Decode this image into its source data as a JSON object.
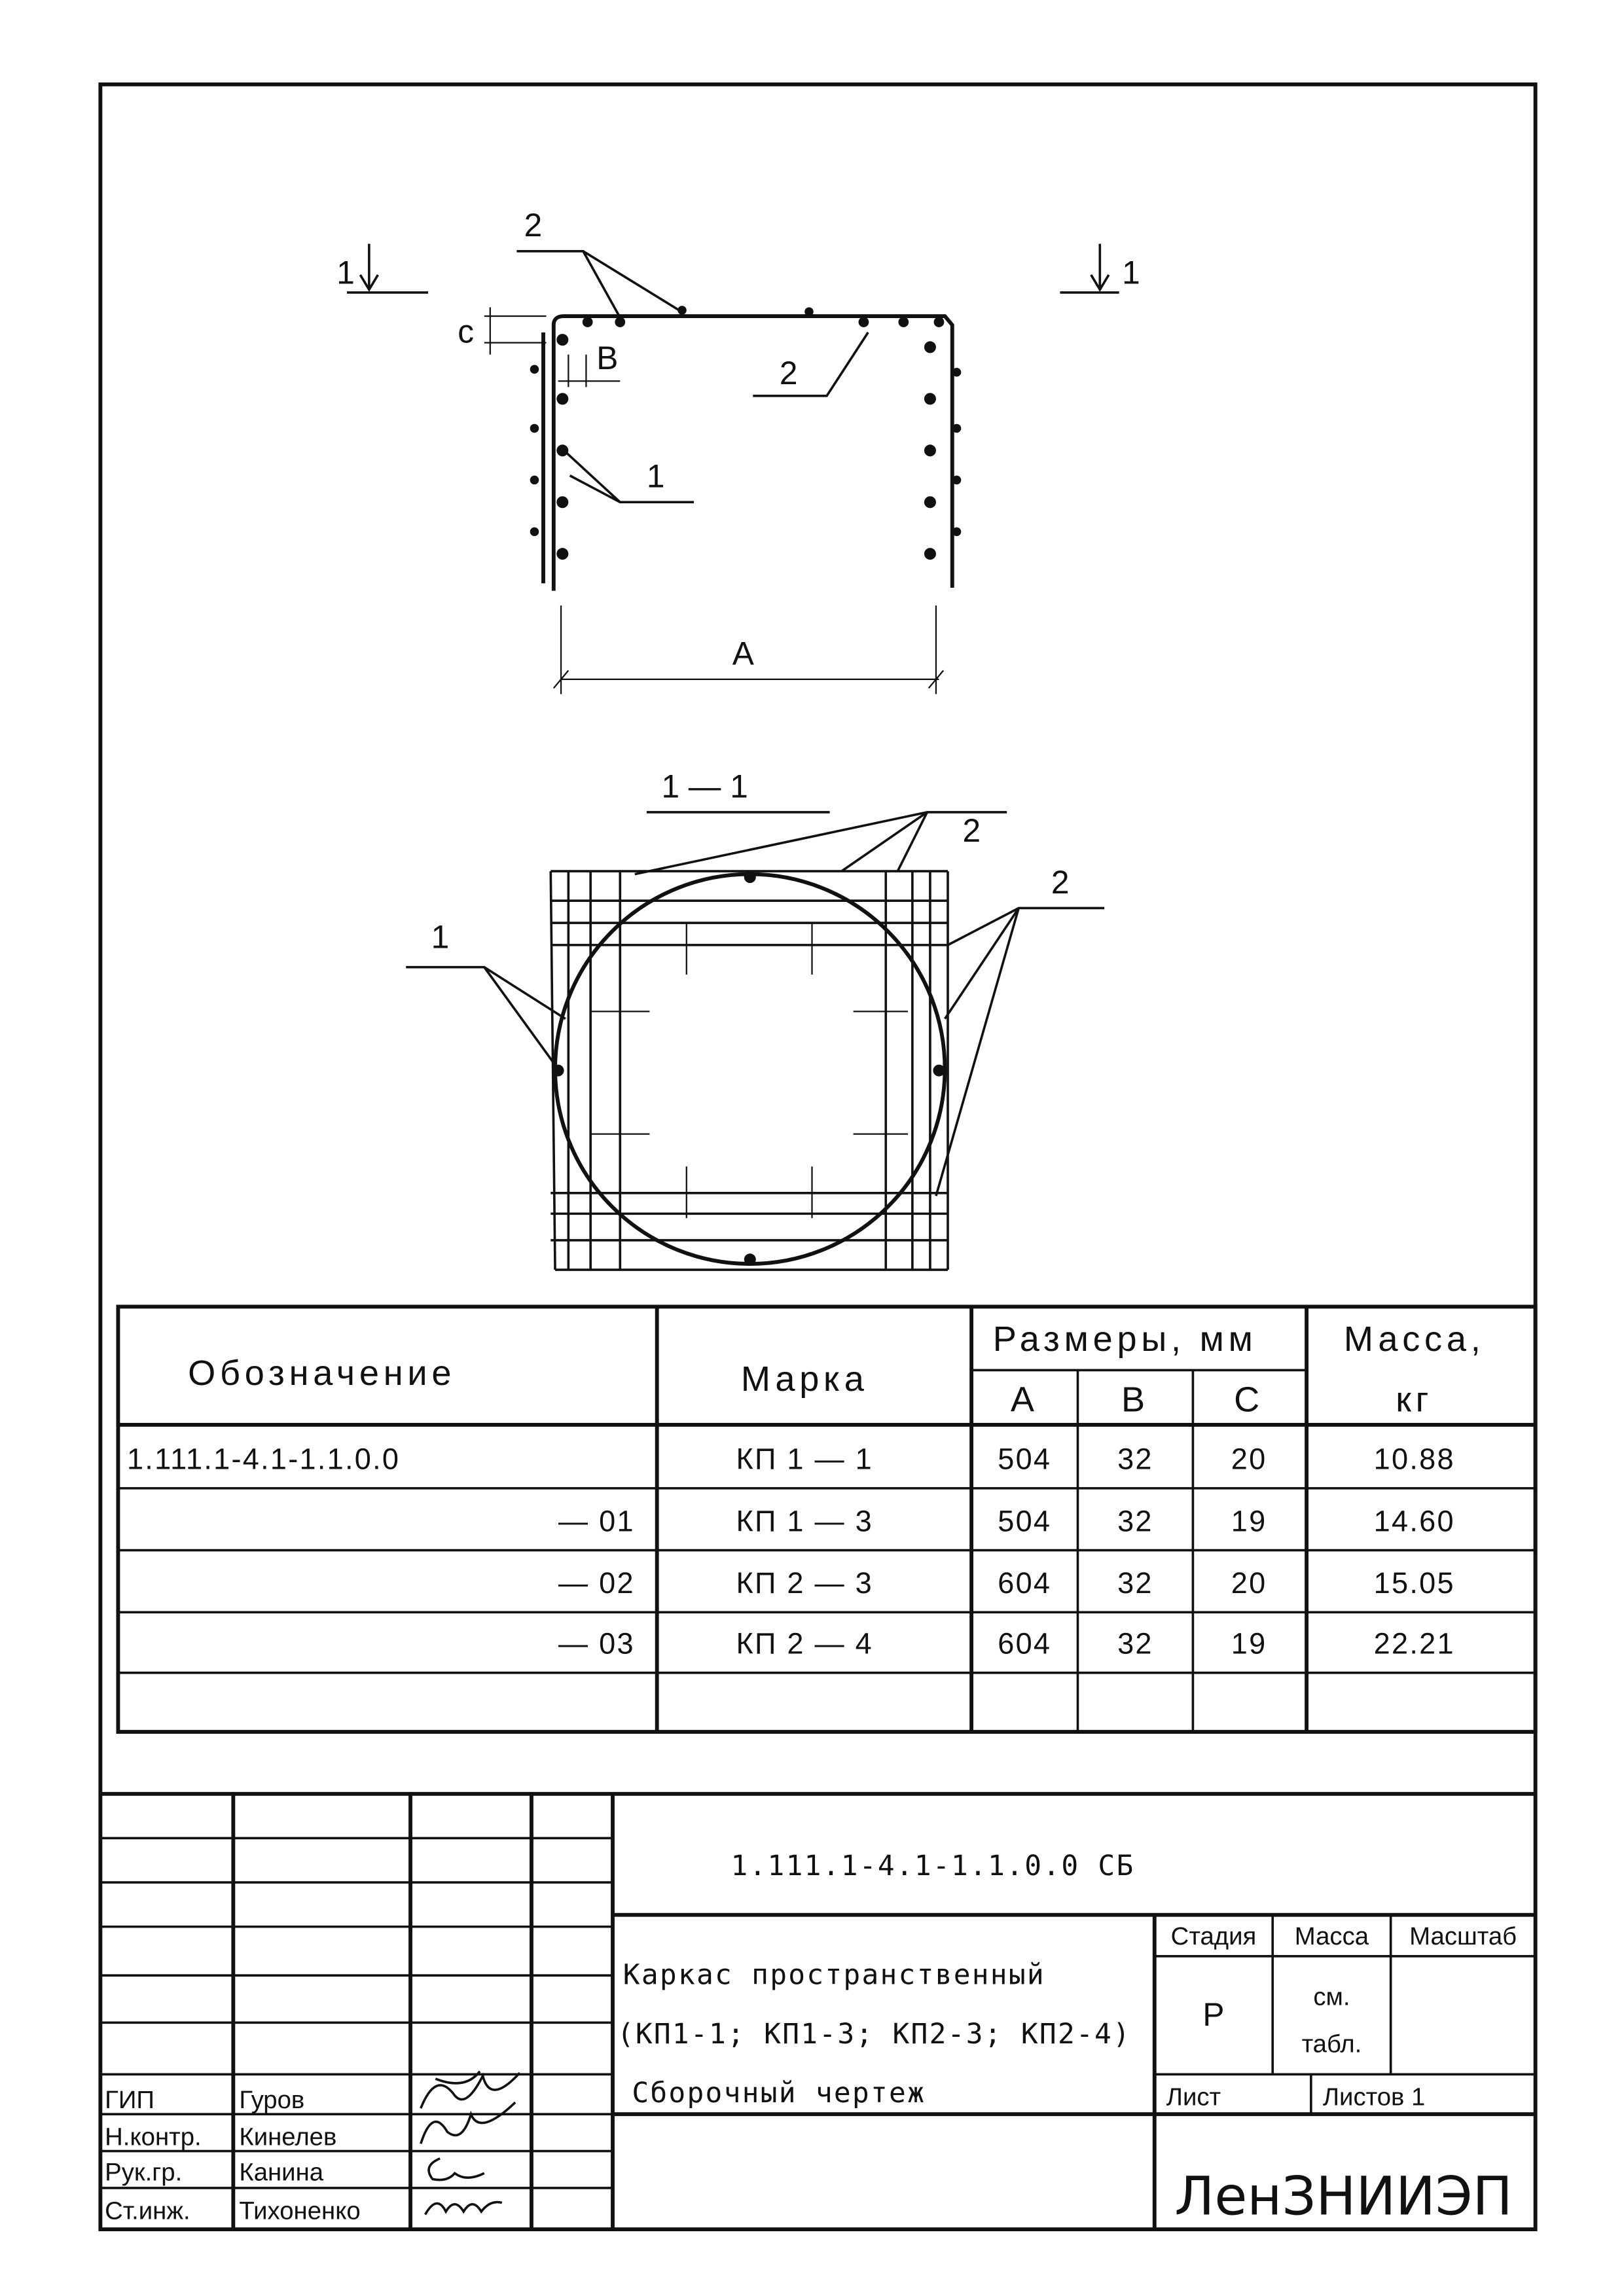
{
  "drawing": {
    "section_mark_left": "1",
    "section_mark_right": "1",
    "section_title": "1 — 1",
    "callouts": {
      "item_1": "1",
      "item_2": "2"
    },
    "dimensions": {
      "A": "А",
      "B": "В",
      "C": "с"
    }
  },
  "table": {
    "headers": {
      "designation": "Обозначение",
      "mark": "Марка",
      "sizes": "Размеры, мм",
      "mass": "Масса,",
      "mass_unit": "кг",
      "A": "А",
      "B": "В",
      "C": "С"
    },
    "rows": [
      {
        "designation": "1.111.1-4.1-1.1.0.0",
        "mark": "КП 1 — 1",
        "A": "504",
        "B": "32",
        "C": "20",
        "mass": "10.88"
      },
      {
        "designation": "— 01",
        "mark": "КП 1 — 3",
        "A": "504",
        "B": "32",
        "C": "19",
        "mass": "14.60"
      },
      {
        "designation": "— 02",
        "mark": "КП 2 — 3",
        "A": "604",
        "B": "32",
        "C": "20",
        "mass": "15.05"
      },
      {
        "designation": "— 03",
        "mark": "КП 2 — 4",
        "A": "604",
        "B": "32",
        "C": "19",
        "mass": "22.21"
      }
    ]
  },
  "title_block": {
    "doc_code": "1.111.1-4.1-1.1.0.0     СБ",
    "title_line1": "Каркас пространственный",
    "title_line2": "(КП1-1; КП1-3; КП2-3; КП2-4)",
    "title_line3": "Сборочный чертеж",
    "stage_label": "Стадия",
    "mass_label": "Масса",
    "scale_label": "Масштаб",
    "stage_value": "Р",
    "mass_value_1": "см.",
    "mass_value_2": "табл.",
    "sheet_label": "Лист",
    "sheets_label": "Листов 1",
    "organization": "ЛенЗНИИЭП",
    "signatures": [
      {
        "role": "ГИП",
        "name": "Гуров"
      },
      {
        "role": "Н.контр.",
        "name": "Кинелев"
      },
      {
        "role": "Рук.гр.",
        "name": "Канина"
      },
      {
        "role": "Ст.инж.",
        "name": "Тихоненко"
      }
    ]
  }
}
